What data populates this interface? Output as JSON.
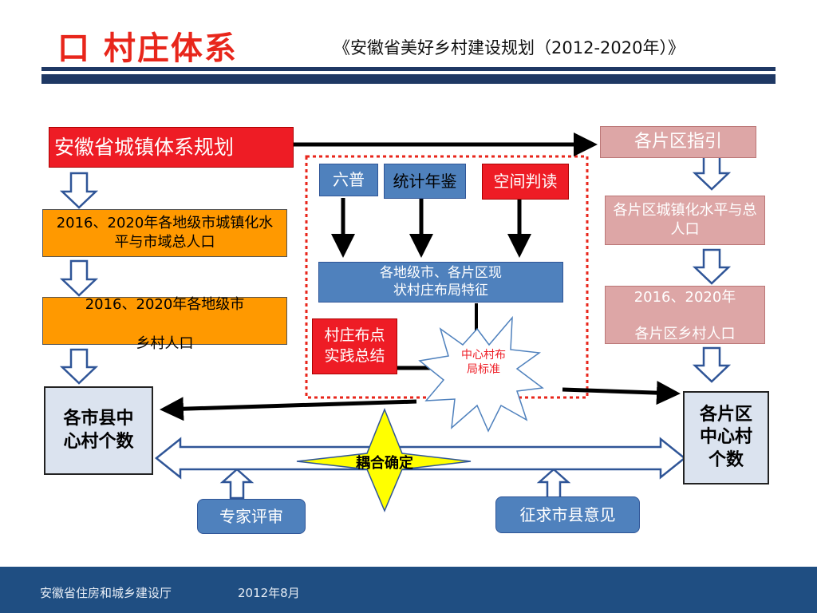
{
  "header": {
    "title": "口 村庄体系",
    "subtitle": "《安徽省美好乡村建设规划（2012-2020年）》"
  },
  "left": {
    "top": "安徽省城镇体系规划",
    "step1": "2016、2020年各地级市城镇化水平与市域总人口",
    "step2_line1": "2016、2020年各地级市",
    "step2_line2": "乡村人口",
    "result": "各市县中心村个数"
  },
  "middle": {
    "src1": "六普",
    "src2": "统计年鉴",
    "src3": "空间判读",
    "features": "各地级市、各片区现状村庄布局特征",
    "practice": "村庄布点实践总结",
    "standard": "中心村布局标准"
  },
  "right": {
    "top": "各片区指引",
    "step1": "各片区城镇化水平与总人口",
    "step2_line1": "2016、2020年",
    "step2_line2": "各片区乡村人口",
    "result": "各片区中心村个数"
  },
  "bottom": {
    "coupling": "耦合确定",
    "expert": "专家评审",
    "opinion": "征求市县意见"
  },
  "footer": {
    "org": "安徽省住房和城乡建设厅",
    "date": "2012年8月"
  },
  "colors": {
    "red": "#ee1c25",
    "orange": "#ff9900",
    "blue": "#4f81bd",
    "pink": "#dda6a6",
    "light": "#dbe3ef",
    "navy": "#1f3864"
  }
}
